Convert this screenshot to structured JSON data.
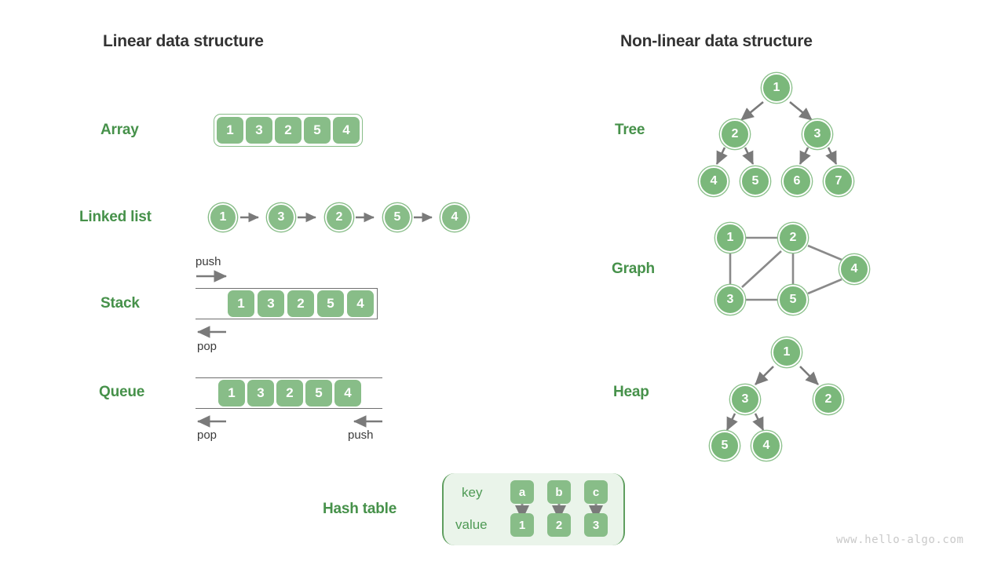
{
  "headings": {
    "linear": "Linear data structure",
    "nonlinear": "Non-linear data structure"
  },
  "colors": {
    "cell_green": "#88bd88",
    "node_green": "#7bb87b",
    "label_green": "#46914a",
    "hash_bg": "#eaf4ea",
    "hash_border": "#5f9e5f",
    "arrow_gray": "#7a7a7a",
    "line_gray": "#6f6f6f",
    "heading_gray": "#333333",
    "watermark_gray": "#c9c9c9"
  },
  "linear": {
    "array": {
      "label": "Array",
      "values": [
        "1",
        "3",
        "2",
        "5",
        "4"
      ]
    },
    "linked_list": {
      "label": "Linked list",
      "values": [
        "1",
        "3",
        "2",
        "5",
        "4"
      ]
    },
    "stack": {
      "label": "Stack",
      "values": [
        "1",
        "3",
        "2",
        "5",
        "4"
      ],
      "push_label": "push",
      "pop_label": "pop"
    },
    "queue": {
      "label": "Queue",
      "values": [
        "1",
        "3",
        "2",
        "5",
        "4"
      ],
      "pop_label": "pop",
      "push_label": "push"
    },
    "hash_table": {
      "label": "Hash table",
      "key_label": "key",
      "value_label": "value",
      "keys": [
        "a",
        "b",
        "c"
      ],
      "values": [
        "1",
        "2",
        "3"
      ]
    }
  },
  "nonlinear": {
    "tree": {
      "label": "Tree",
      "nodes": [
        "1",
        "2",
        "3",
        "4",
        "5",
        "6",
        "7"
      ]
    },
    "graph": {
      "label": "Graph",
      "nodes": [
        "1",
        "2",
        "3",
        "4",
        "5"
      ],
      "edges": [
        "1-2",
        "1-3",
        "2-3",
        "2-5",
        "2-4",
        "3-5",
        "5-4"
      ]
    },
    "heap": {
      "label": "Heap",
      "nodes": [
        "1",
        "3",
        "2",
        "5",
        "4"
      ]
    }
  },
  "watermark": "www.hello-algo.com"
}
